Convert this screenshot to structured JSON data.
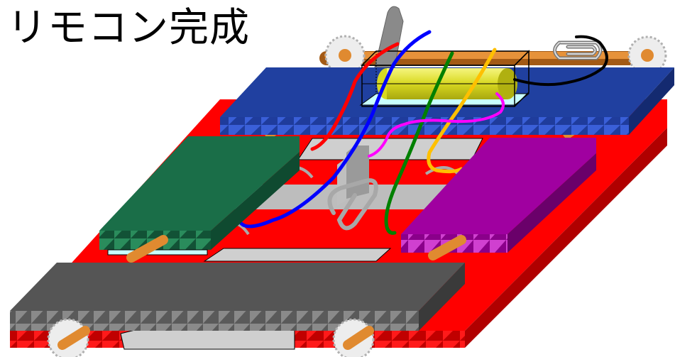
{
  "title": "リモコン完成",
  "colors": {
    "base": "#ff0000",
    "base_dark": "#c00000",
    "plate_gray": "#c8c8c8",
    "back_board": "#2040a0",
    "left_board": "#1a6e48",
    "right_board": "#a000a0",
    "front_board": "#555555",
    "battery": "#e0e020",
    "axle": "#e08a30",
    "gear": "#dddddd",
    "wire_red": "#ff0000",
    "wire_blue": "#0000ff",
    "wire_green": "#008000",
    "wire_yellow": "#ffc000",
    "wire_magenta": "#ff00ff",
    "wire_black": "#000000"
  },
  "components": [
    "base-plate",
    "back-board",
    "left-board",
    "right-board",
    "front-board",
    "battery-box",
    "switch",
    "paper-clip",
    "gears",
    "axles",
    "wires"
  ]
}
